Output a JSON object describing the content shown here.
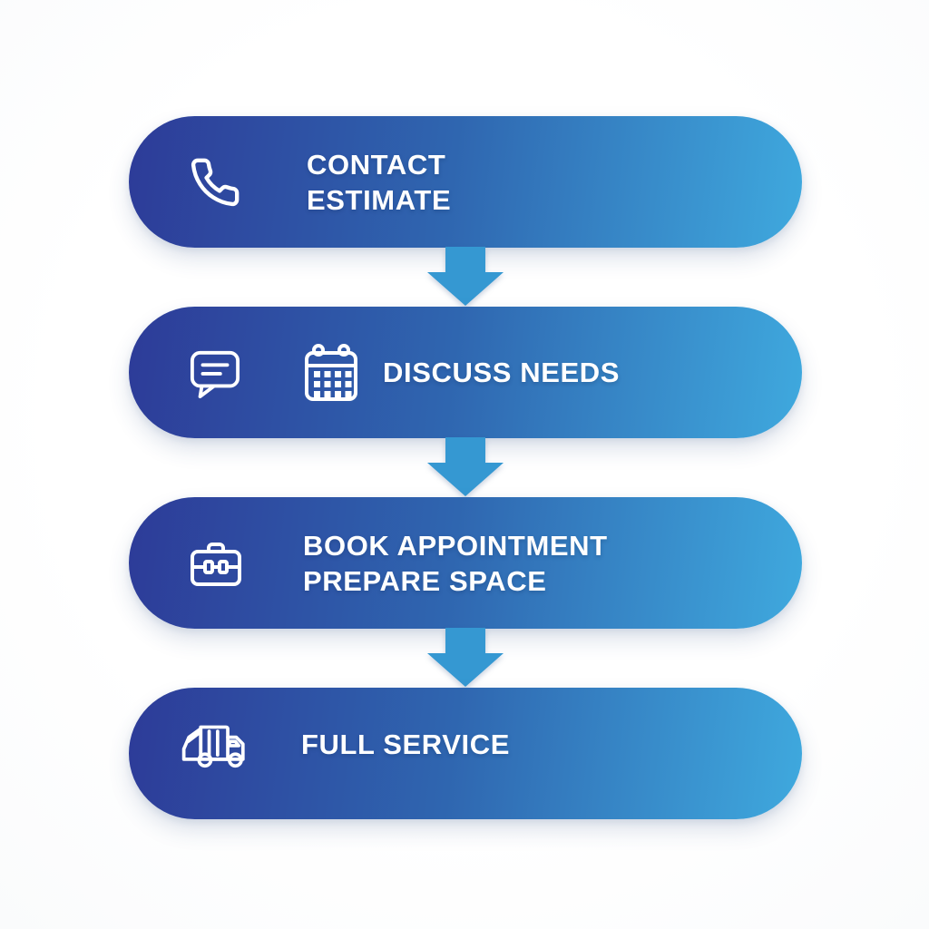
{
  "diagram": {
    "type": "vertical-process-flow",
    "step_count": 4,
    "connector": {
      "shape": "down-arrow",
      "count": 3,
      "color": "#3598d2"
    }
  },
  "colors": {
    "background": "#fdfdfe",
    "pill_gradient_start": "#2d3b98",
    "pill_gradient_mid": "#2f66b0",
    "pill_gradient_end": "#3fa9de",
    "arrow": "#3598d2",
    "text_and_icons": "#ffffff"
  },
  "steps": [
    {
      "icon": "phone-icon",
      "line1": "CONTACT",
      "line2": "ESTIMATE"
    },
    {
      "icons": [
        "chat-bubble-icon",
        "calendar-icon"
      ],
      "line1": "DISCUSS NEEDS",
      "line2": ""
    },
    {
      "icon": "toolbox-icon",
      "line1": "BOOK APPOINTMENT",
      "line2": "PREPARE SPACE"
    },
    {
      "icon": "garbage-truck-icon",
      "line1": "FULL SERVICE",
      "line2": ""
    }
  ]
}
